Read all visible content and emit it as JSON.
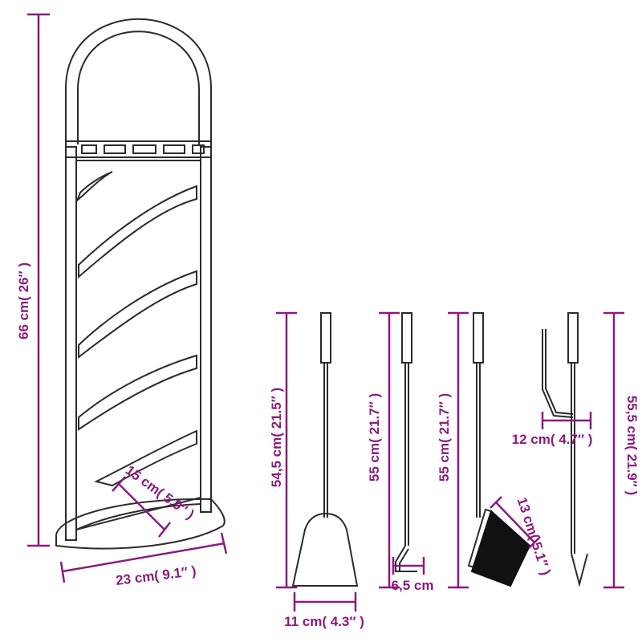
{
  "colors": {
    "dimension": "#8b1a7c",
    "outline": "#2b2b2b",
    "fill_dark": "#111111",
    "background": "#ffffff"
  },
  "labels": {
    "stand_height": "66 cm( 26″ )",
    "stand_width": "23 cm( 9.1″ )",
    "stand_depth": "15 cm( 5.9″ )",
    "shovel_length": "54,5 cm( 21.5″ )",
    "shovel_width": "11 cm( 4.3″ )",
    "poker_length": "55 cm( 21.7″ )",
    "poker_hook": "6,5 cm",
    "brush_length": "55 cm( 21.7″ )",
    "brush_head": "13 cm( 5.1″ )",
    "tongs_length": "55,5 cm( 21.9″ )",
    "tongs_width": "12 cm( 4.7″ )"
  }
}
